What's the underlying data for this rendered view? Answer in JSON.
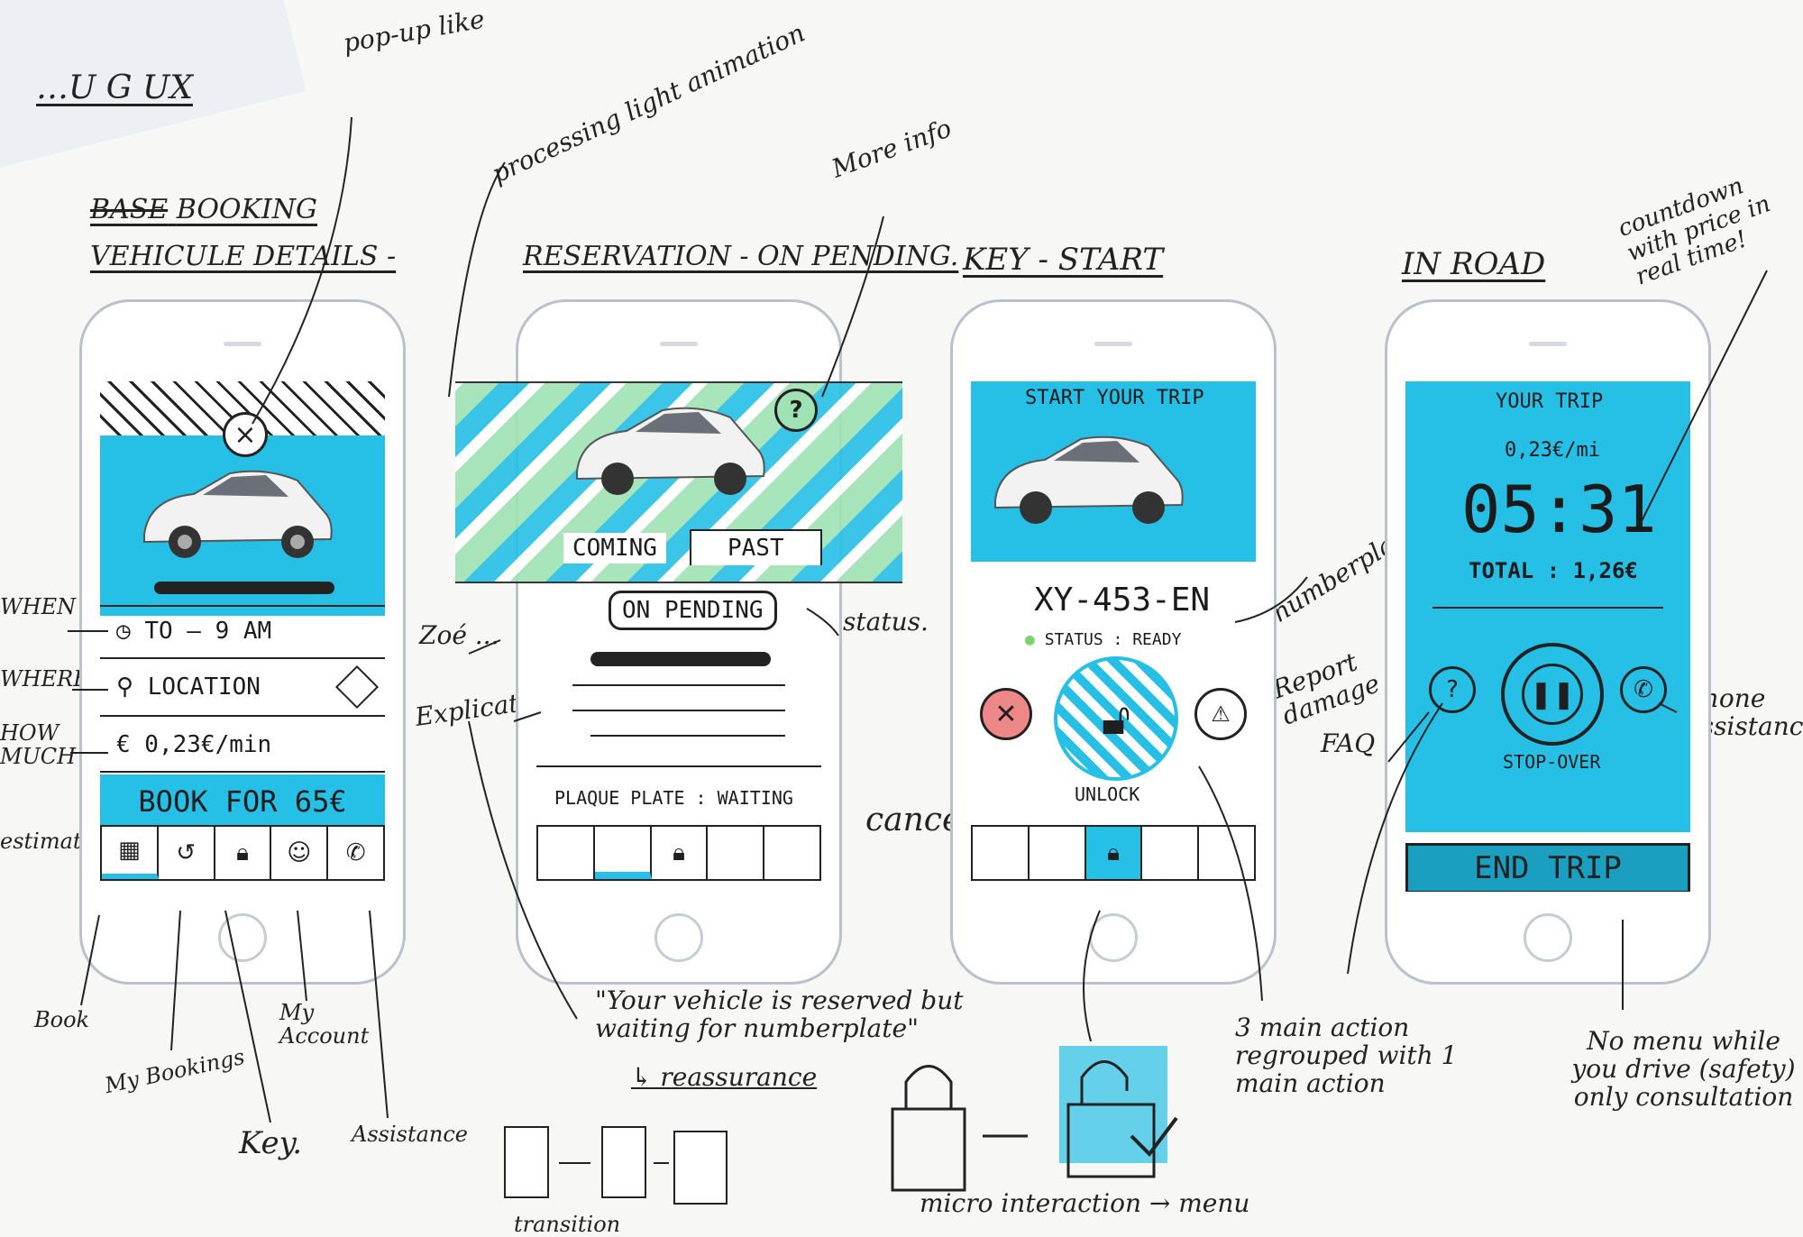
{
  "header": {
    "title": "…U G UX"
  },
  "annotations": {
    "popup": "pop-up like",
    "processing": "processing light animation",
    "more_info": "More info",
    "numberplate": "numberplate",
    "report_damage": "Report damage",
    "countdown": "countdown with price in real time!",
    "when": "WHEN",
    "where": "WHERE",
    "how_much": "HOW MUCH",
    "estimated": "estimated",
    "zoe": "Zoé ...",
    "explication": "Explication",
    "status": "status.",
    "cancel": "cancel",
    "faq": "FAQ",
    "phone_assistance": "Phone assistance",
    "book": "Book",
    "my_bookings": "My Bookings",
    "my_account": "My Account",
    "key": "Key.",
    "assistance": "Assistance",
    "reassurance_quote": "\"Your vehicle is reserved but waiting for numberplate\"",
    "reassurance": "↳ reassurance",
    "transition": "transition",
    "three_main_action": "3 main action regrouped with 1 main action",
    "micro_interaction": "micro interaction → menu",
    "no_menu": "No menu while you drive (safety) only consultation"
  },
  "screens": {
    "booking": {
      "heading_struck": "BASE",
      "heading": "BOOKING",
      "subheading": "VEHICULE DETAILS -",
      "time": "TO — 9 AM",
      "location": "LOCATION",
      "price": "€ 0,23€/min",
      "cta": "BOOK FOR 65€",
      "close_glyph": "×"
    },
    "reservation": {
      "heading": "RESERVATION - ON PENDING.",
      "tab_coming": "COMING",
      "tab_past": "PAST",
      "status_pill": "ON PENDING",
      "plate_status": "PLAQUE PLATE : WAITING",
      "help_glyph": "?"
    },
    "key_start": {
      "heading": "KEY - START",
      "screen_title": "START YOUR TRIP",
      "plate": "XY-453-EN",
      "status": "STATUS : READY",
      "unlock": "UNLOCK"
    },
    "in_road": {
      "heading": "IN ROAD",
      "screen_title": "YOUR TRIP",
      "rate": "0,23€/mi",
      "timer": "05:31",
      "total": "TOTAL : 1,26€",
      "stopover": "STOP-OVER",
      "end": "END TRIP",
      "faq_glyph": "?",
      "phone_glyph": "✆"
    }
  },
  "colors": {
    "highlight_cyan": "#26bfe6",
    "highlight_green": "#9fe3b4",
    "ink": "#1f1f1f",
    "phone_frame": "#b9c2cc"
  }
}
